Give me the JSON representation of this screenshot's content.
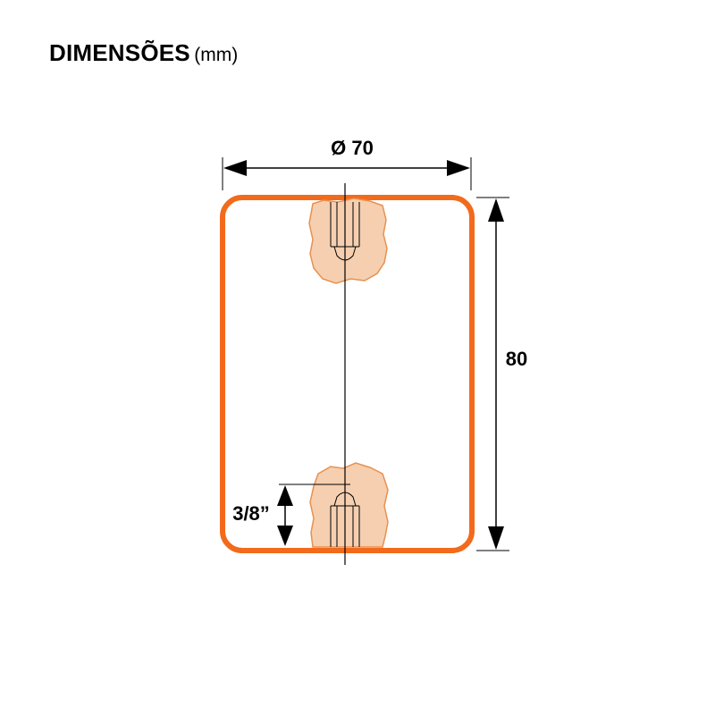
{
  "title": {
    "main": "DIMENSÕES",
    "unit": "(mm)"
  },
  "dimensions": {
    "diameter_label": "Ø 70",
    "height_label": "80",
    "thread_label": "3/8”"
  },
  "colors": {
    "wheel_outline": "#f26a1b",
    "insert_fill": "#f5cfb0",
    "insert_outline": "#e8914f",
    "dimension_lines": "#000000"
  }
}
